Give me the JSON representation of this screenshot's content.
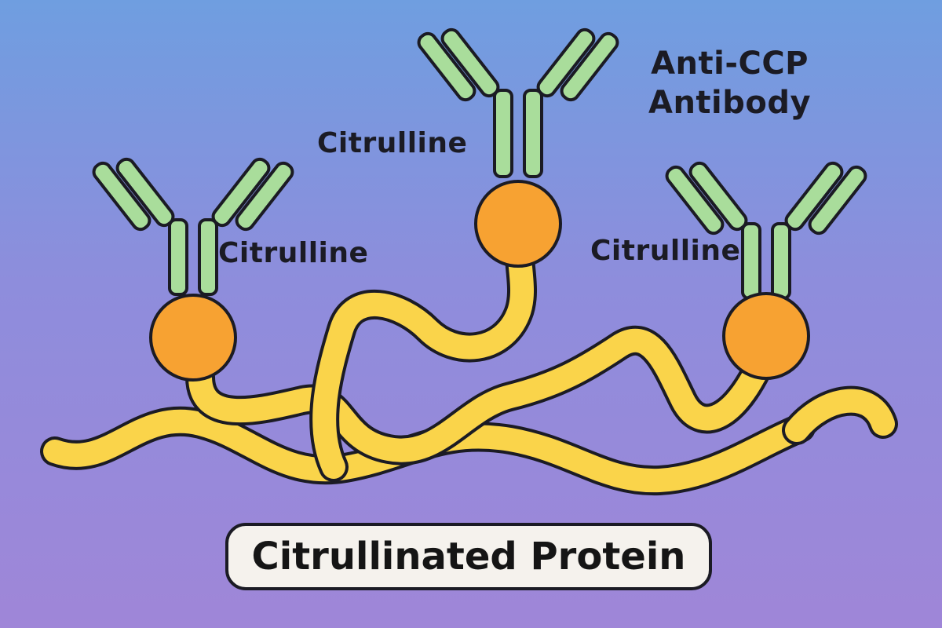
{
  "labels": {
    "citrulline_left": "Citrulline",
    "citrulline_middle": "Citrulline",
    "citrulline_right": "Citrulline",
    "antibody_line1": "Anti-CCP",
    "antibody_line2": "Antibody",
    "title": "Citrullinated Protein"
  },
  "colors": {
    "background_top": "#6f9ee0",
    "background_bottom": "#9f86d8",
    "protein_chain": "#fad44a",
    "citrulline_residue": "#f7a232",
    "antibody": "#a9dd9b",
    "outline": "#1b1b24",
    "title_box": "#f5f2ed"
  }
}
